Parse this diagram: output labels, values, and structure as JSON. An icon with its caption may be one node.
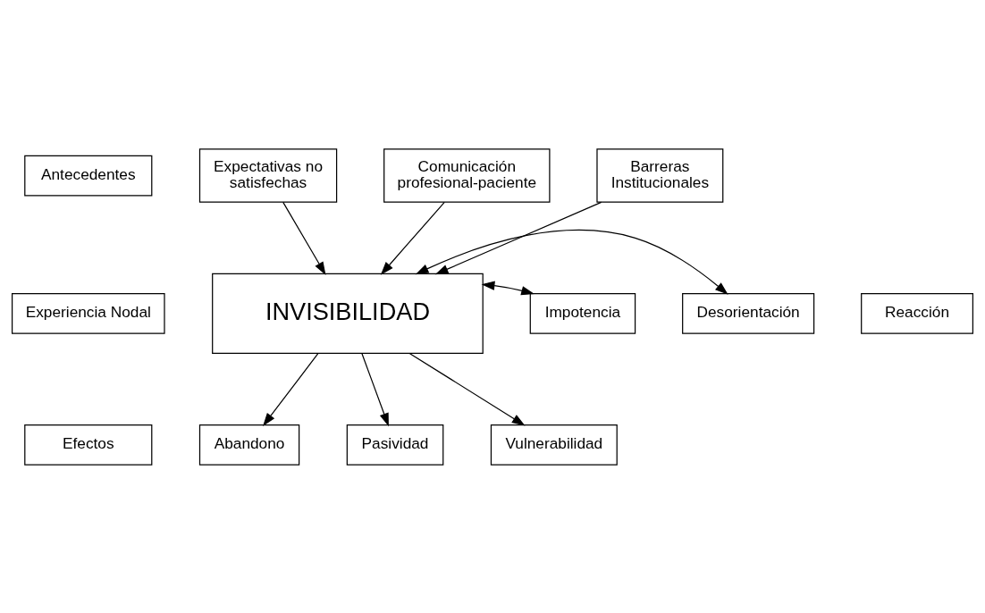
{
  "diagram": {
    "nodes": [
      {
        "text": [
          "Antecedentes"
        ]
      },
      {
        "text": [
          "Experiencia Nodal"
        ]
      },
      {
        "text": [
          "Efectos"
        ]
      },
      {
        "text": [
          "Reacción"
        ]
      },
      {
        "text": [
          "Expectativas no satisfechas"
        ]
      },
      {
        "text": [
          "Comunicación profesional-paciente"
        ]
      },
      {
        "text": [
          "Barreras Institucionales"
        ]
      },
      {
        "text": [
          "INVISIBILIDAD"
        ]
      },
      {
        "text": [
          "Impotencia"
        ]
      },
      {
        "text": [
          "Desorientación"
        ]
      },
      {
        "text": [
          "Abandono"
        ]
      },
      {
        "text": [
          "Pasividad"
        ]
      },
      {
        "text": [
          "Vulnerabilidad"
        ]
      }
    ],
    "edges": [
      {
        "from": 4,
        "to": 7,
        "arrow": "to"
      },
      {
        "from": 5,
        "to": 7,
        "arrow": "to"
      },
      {
        "from": 6,
        "to": 7,
        "arrow": "to"
      },
      {
        "from": 7,
        "to": 8,
        "arrow": "both"
      },
      {
        "from": 7,
        "to": 9,
        "arrow": "both"
      },
      {
        "from": 7,
        "to": 10,
        "arrow": "to"
      },
      {
        "from": 7,
        "to": 11,
        "arrow": "to"
      },
      {
        "from": 7,
        "to": 12,
        "arrow": "to"
      }
    ]
  }
}
